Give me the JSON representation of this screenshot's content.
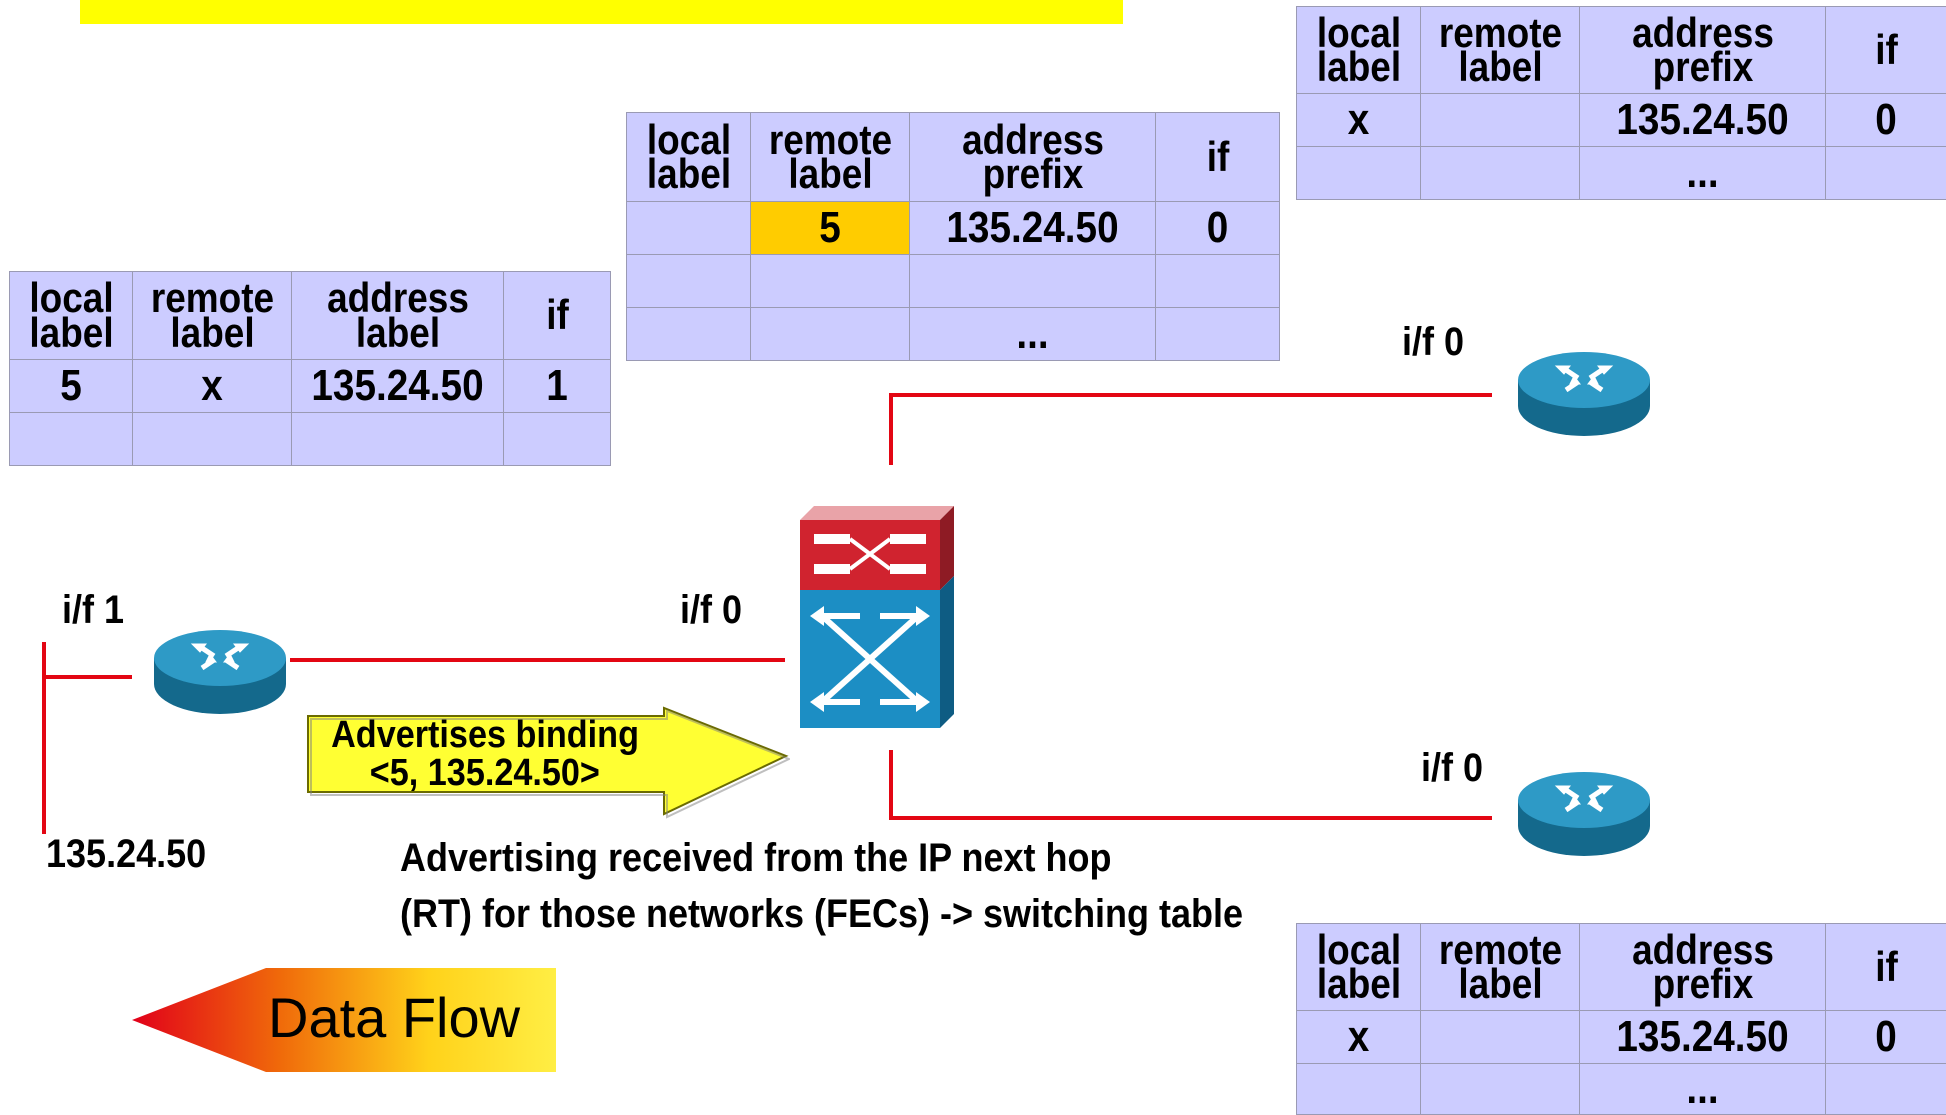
{
  "tables": {
    "headers": {
      "local_label": "local label",
      "remote_label": "remote label",
      "address_label": "address label",
      "address_prefix": "address prefix",
      "if": "if"
    },
    "left": {
      "local": "5",
      "remote": "x",
      "address": "135.24.50",
      "if": "1"
    },
    "center": {
      "local": "",
      "remote": "5",
      "address": "135.24.50",
      "if": "0",
      "ellipsis": "..."
    },
    "top_right": {
      "local": "x",
      "remote": "",
      "address": "135.24.50",
      "if": "0",
      "ellipsis": "..."
    },
    "bottom_right": {
      "local": "x",
      "remote": "",
      "address": "135.24.50",
      "if": "0",
      "ellipsis": "..."
    }
  },
  "interfaces": {
    "left_router": "i/f 1",
    "switch_left": "i/f 0",
    "top_router": "i/f 0",
    "bottom_router": "i/f 0"
  },
  "network": "135.24.50",
  "callout": {
    "line1": "Advertises binding",
    "line2": "<5, 135.24.50>"
  },
  "note": {
    "line1": "Advertising received from the IP next hop",
    "line2": "(RT) for those networks (FECs) -> switching table"
  },
  "dataflow": "Data Flow",
  "colors": {
    "table_bg": "#ccccff",
    "highlight": "#ffcc00",
    "wire": "#e30613",
    "banner": "#ffff00",
    "router": "#1b7fa8",
    "switch_top": "#d0232f",
    "switch_bottom": "#1c8ec4"
  }
}
